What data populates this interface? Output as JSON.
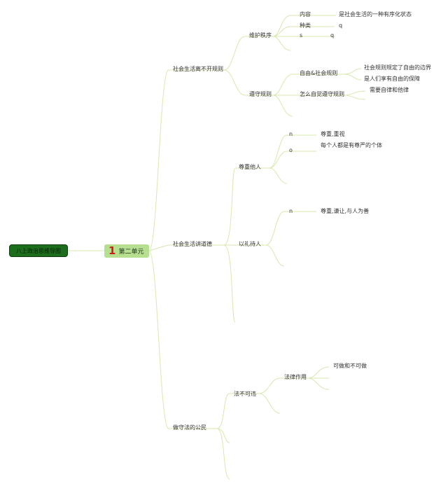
{
  "root": {
    "label": "八上政治思维导图"
  },
  "unit": {
    "badge": "1",
    "label": "第二单元"
  },
  "branches": {
    "b1": {
      "label": "社会生活离不开规则",
      "c1": {
        "label": "维护秩序",
        "l1": "内容",
        "l1_value": "是社会生活的一种有序化状态",
        "l2": "种类",
        "l2_value": "q",
        "l3": "s",
        "l3_value": "q"
      },
      "c2": {
        "label": "遵守规则",
        "g1": "自由&社会规则",
        "g1_a": "社会规则规定了自由的边界",
        "g1_b": "是人们享有自由的保障",
        "g2": "怎么自觉遵守规则",
        "g2_a": "需要自律和他律"
      }
    },
    "b2": {
      "label": "社会生活讲道德",
      "c1": {
        "label": "尊重他人",
        "l1": "n",
        "l1_value": "尊重,重视",
        "l2": "o",
        "l2_value": "每个人都是有尊严的个体"
      },
      "c2": {
        "label": "以礼待人",
        "l1": "n",
        "l1_value": "尊重,谦让,与人为善"
      }
    },
    "b3": {
      "label": "做守法的公民",
      "c1": {
        "label": "法不可违",
        "g1": "法律作用",
        "g1_a": "可做和不可做"
      }
    }
  }
}
